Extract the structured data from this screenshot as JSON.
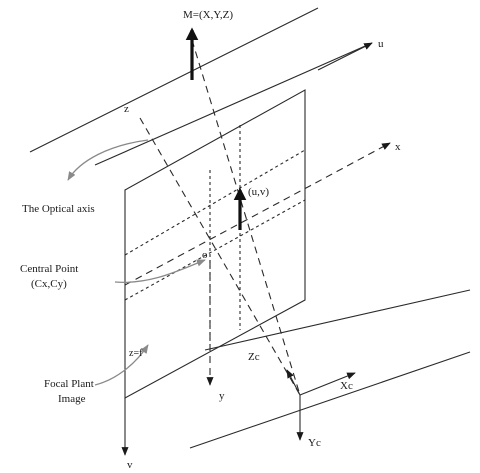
{
  "labels": {
    "m_point": "M=(X,Y,Z)",
    "u_axis": "u",
    "z_axis": "z",
    "x_axis": "x",
    "optical_axis": "The Optical axis",
    "uv_point": "(u,v)",
    "central_point_line1": "Central Point",
    "central_point_line2": "(Cx,Cy)",
    "origin": "o",
    "focal_eq": "z=f",
    "focal_plane_line1": "Focal Plant",
    "focal_plane_line2": "Image",
    "y_axis": "y",
    "v_axis": "v",
    "zc_axis": "Zc",
    "xc_axis": "Xc",
    "yc_axis": "Yc"
  },
  "colors": {
    "line": "#2a2a2a",
    "arrow_gray": "#8a8a8a",
    "background": "#ffffff"
  }
}
